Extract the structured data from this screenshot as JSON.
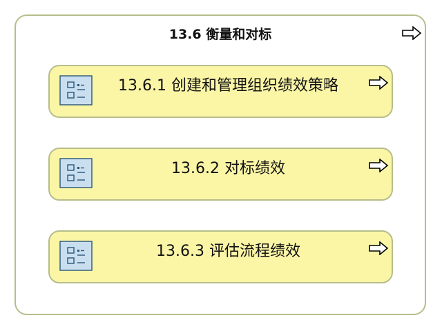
{
  "group": {
    "title": "13.6 衡量和对标",
    "icon": "arrow-right-outline-icon"
  },
  "items": [
    {
      "label": "13.6.1 创建和管理组织绩效策略",
      "icon": "process-list-icon",
      "arrow_icon": "arrow-right-outline-icon"
    },
    {
      "label": "13.6.2 对标绩效",
      "icon": "process-list-icon",
      "arrow_icon": "arrow-right-outline-icon"
    },
    {
      "label": "13.6.3 评估流程绩效",
      "icon": "process-list-icon",
      "arrow_icon": "arrow-right-outline-icon"
    }
  ],
  "colors": {
    "card_fill": "#fbf6a6",
    "border": "#b6bd8a",
    "icon_fill": "#c9dff0",
    "icon_stroke": "#2a5577"
  }
}
